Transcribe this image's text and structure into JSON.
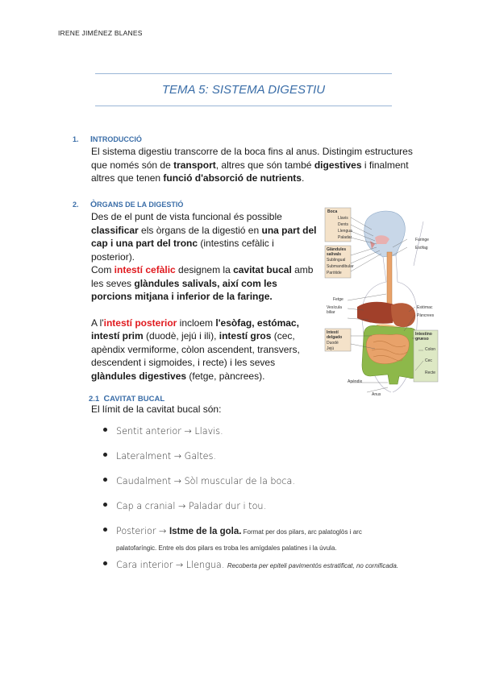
{
  "header": {
    "author": "IRENE JIMÉNEZ BLANES"
  },
  "title": "TEMA 5: SISTEMA DIGESTIU",
  "section1": {
    "number": "1.",
    "heading_first": "I",
    "heading_rest": "NTRODUCCIÓ",
    "line1": "El sistema digestiu transcorre de la boca fins al anus. Distingim estructures",
    "line2_a": "que només són de ",
    "line2_b": "transport",
    "line2_c": ", altres que són també ",
    "line2_d": "digestives",
    "line2_e": " i finalment",
    "line3_a": "altres que tenen ",
    "line3_b": "funció d'absorció de nutrients",
    "line3_c": "."
  },
  "section2": {
    "number": "2.",
    "heading_first": "Ò",
    "heading_rest": "RGANS DE LA DIGESTIÓ",
    "l1": "Des de el punt de vista funcional és possible",
    "l2_a": "classificar",
    "l2_b": " els òrgans de la digestió en ",
    "l2_c": "una part del",
    "l3_a": "cap i una part del tronc",
    "l3_b": " (intestins cefàlic i",
    "l4": "posterior).",
    "l5_a": "Com ",
    "l5_b": "intestí cefàlic",
    "l5_c": " designem la ",
    "l5_d": "cavitat bucal",
    "l5_e": " amb",
    "l6_a": "les seves ",
    "l6_b": "glàndules salivals, així com les",
    "l7": "porcions mitjana i inferior de la faringe.",
    "l8_a": "A l'",
    "l8_b": "intestí posterior",
    "l8_c": " incloem ",
    "l8_d": "l'esòfag, estómac,",
    "l9_a": "intestí prim",
    "l9_b": " (duodè, jejú i ili), ",
    "l9_c": "intestí gros",
    "l9_d": " (cec,",
    "l10": "apèndix vermiforme, còlon ascendent, transvers,",
    "l11_a": "descendent i sigmoides, i recte) i les seves",
    "l12_a": "glàndules digestives",
    "l12_b": " (fetge, pàncrees)."
  },
  "subsection21": {
    "number": "2.1",
    "heading_first": "C",
    "heading_rest": "AVITAT BUCAL",
    "intro": "El límit de la cavitat bucal són:"
  },
  "bullets": [
    {
      "text": "Sentit anterior → Llavis."
    },
    {
      "text": "Lateralment → Galtes."
    },
    {
      "text": "Caudalment → Sòl muscular de la boca."
    },
    {
      "text": "Cap a cranial → Paladar dur i tou."
    },
    {
      "text_a": "Posterior → ",
      "text_b": "Istme de la gola.",
      "text_c": " Format per dos pilars, arc palatoglòs i arc",
      "text_d": "palatofaríngic. Entre els dos pilars es troba les amígdales palatines i  la úvula."
    },
    {
      "text_a": "Cara interior → Llengua. ",
      "text_b": "Recoberta per epiteli pavimentós estratificat, no cornificada."
    }
  ],
  "figure": {
    "labels": {
      "boca": "Boca",
      "llavis": "Llavis",
      "dents": "Dents",
      "llengua": "Llengua",
      "paladar": "Paladar",
      "glandules": "Glàndules salivals",
      "sublingual": "Sublingual",
      "submandibular": "Submandibular",
      "paròtide": "Paròtide",
      "faringe": "Faringe",
      "esofag": "Esòfag",
      "fetge": "Fetge",
      "vesicula": "Vesícula biliar",
      "estomac": "Estómac",
      "pancrees": "Pàncrees",
      "intestins_prim": "Intestí delgado",
      "duode": "Duodè",
      "jeju": "Jejú",
      "intestí_gros": "Intestino grueso",
      "colon": "Colon",
      "cec": "Cec",
      "recte": "Recte",
      "apendix": "Apèndix",
      "anus": "Anus"
    },
    "colors": {
      "boxes": "#f4e2c9",
      "green_box": "#dde8c4",
      "liver": "#a1402a",
      "stomach": "#b85c3a",
      "intestine": "#e8a26a",
      "large": "#8db84a",
      "esophagus": "#e8a26a",
      "head": "#c8d7e8"
    }
  }
}
